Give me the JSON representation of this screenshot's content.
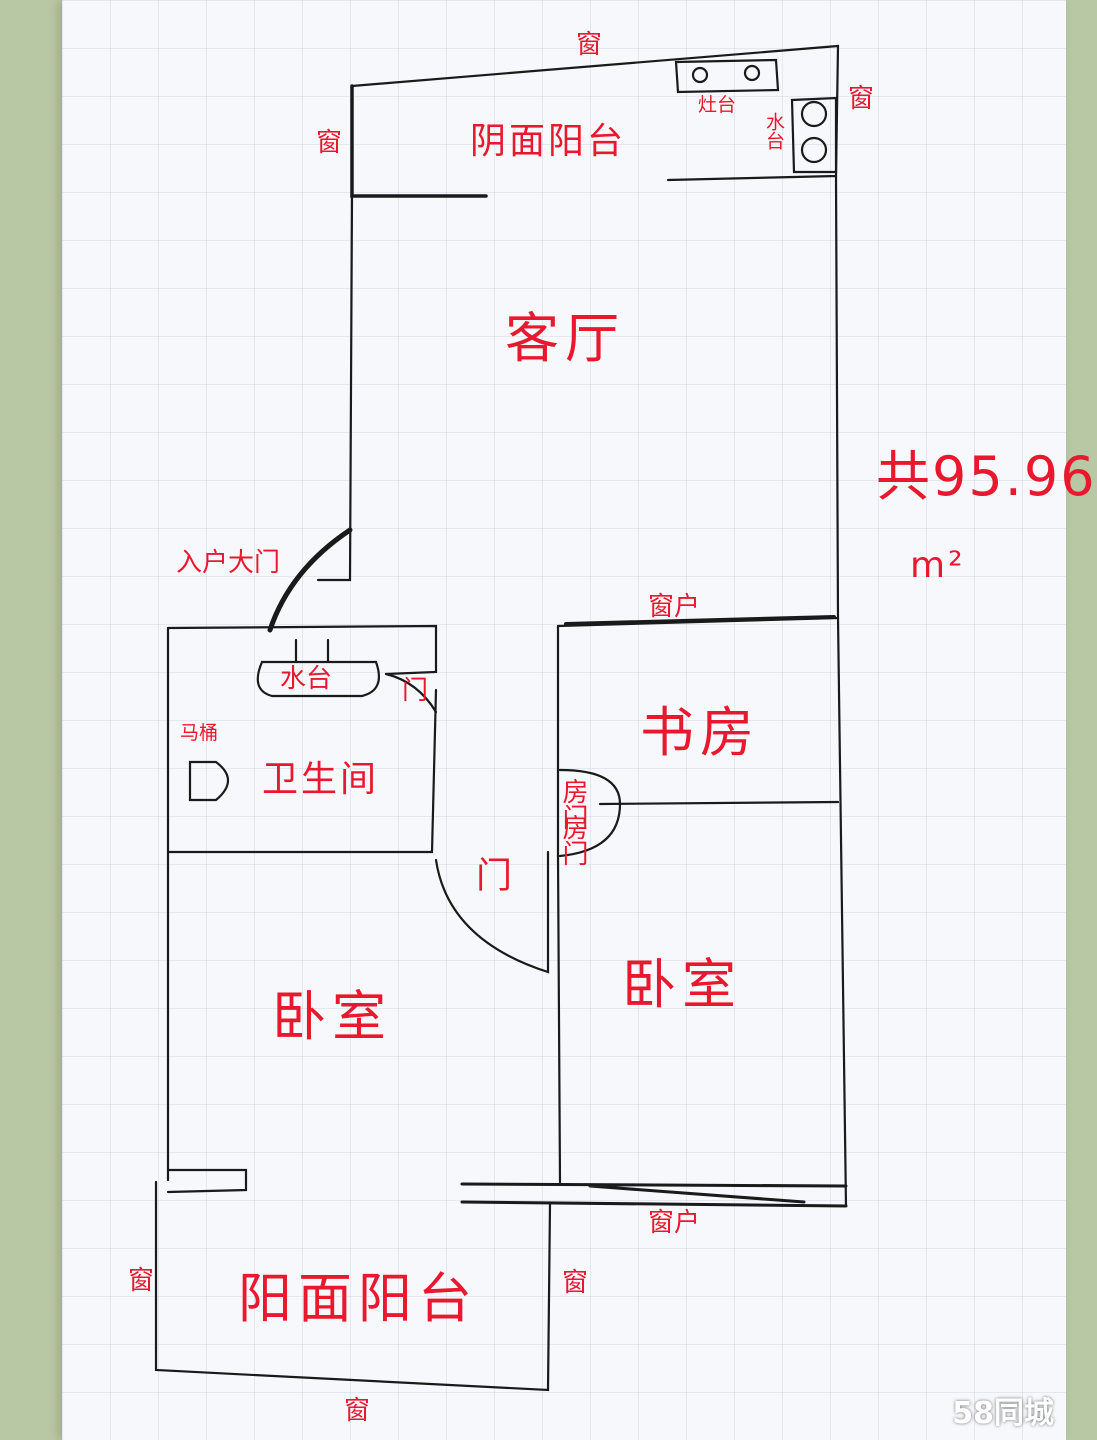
{
  "plan": {
    "rooms": {
      "living_room": "客厅",
      "study": "书房",
      "bathroom": "卫生间",
      "bedroom_left": "卧室",
      "bedroom_right": "卧室",
      "balcony_north": "阴面阳台",
      "balcony_south": "阳面阳台"
    },
    "fixtures": {
      "stove": "灶台",
      "sink_kitchen": "水台",
      "basin": "水台",
      "toilet": "马桶"
    },
    "doors": {
      "entrance": "入户大门",
      "bathroom_door": "门",
      "door_lower": "门",
      "study_door": "房门",
      "bedroom_door": "房门"
    },
    "windows": {
      "top": "窗",
      "top_left": "窗",
      "top_right": "窗",
      "study": "窗户",
      "bedroom_right": "窗户",
      "balcony_left": "窗",
      "balcony_right": "窗",
      "bottom": "窗"
    },
    "area_total": "共95.96",
    "area_unit": "m²"
  },
  "watermark": "58同城",
  "colors": {
    "ink": "#e8192e",
    "pen": "#1a1a1a",
    "paper": "#f7f8fb",
    "background": "#b9c8a4"
  }
}
